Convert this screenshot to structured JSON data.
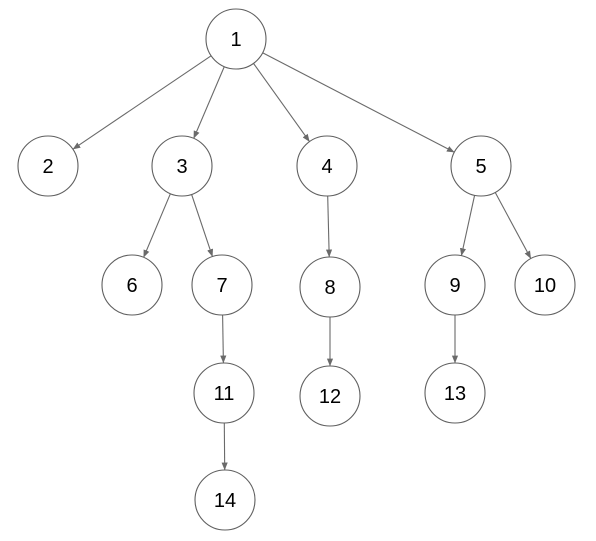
{
  "tree": {
    "nodes": [
      {
        "id": "1",
        "label": "1"
      },
      {
        "id": "2",
        "label": "2"
      },
      {
        "id": "3",
        "label": "3"
      },
      {
        "id": "4",
        "label": "4"
      },
      {
        "id": "5",
        "label": "5"
      },
      {
        "id": "6",
        "label": "6"
      },
      {
        "id": "7",
        "label": "7"
      },
      {
        "id": "8",
        "label": "8"
      },
      {
        "id": "9",
        "label": "9"
      },
      {
        "id": "10",
        "label": "10"
      },
      {
        "id": "11",
        "label": "11"
      },
      {
        "id": "12",
        "label": "12"
      },
      {
        "id": "13",
        "label": "13"
      },
      {
        "id": "14",
        "label": "14"
      }
    ],
    "edges": [
      {
        "from": "1",
        "to": "2"
      },
      {
        "from": "1",
        "to": "3"
      },
      {
        "from": "1",
        "to": "4"
      },
      {
        "from": "1",
        "to": "5"
      },
      {
        "from": "3",
        "to": "6"
      },
      {
        "from": "3",
        "to": "7"
      },
      {
        "from": "4",
        "to": "8"
      },
      {
        "from": "5",
        "to": "9"
      },
      {
        "from": "5",
        "to": "10"
      },
      {
        "from": "7",
        "to": "11"
      },
      {
        "from": "8",
        "to": "12"
      },
      {
        "from": "9",
        "to": "13"
      },
      {
        "from": "11",
        "to": "14"
      }
    ]
  },
  "colors": {
    "node_stroke": "#5f5f5f",
    "edge": "#6a6a6a",
    "label": "#000000",
    "background": "#ffffff"
  }
}
